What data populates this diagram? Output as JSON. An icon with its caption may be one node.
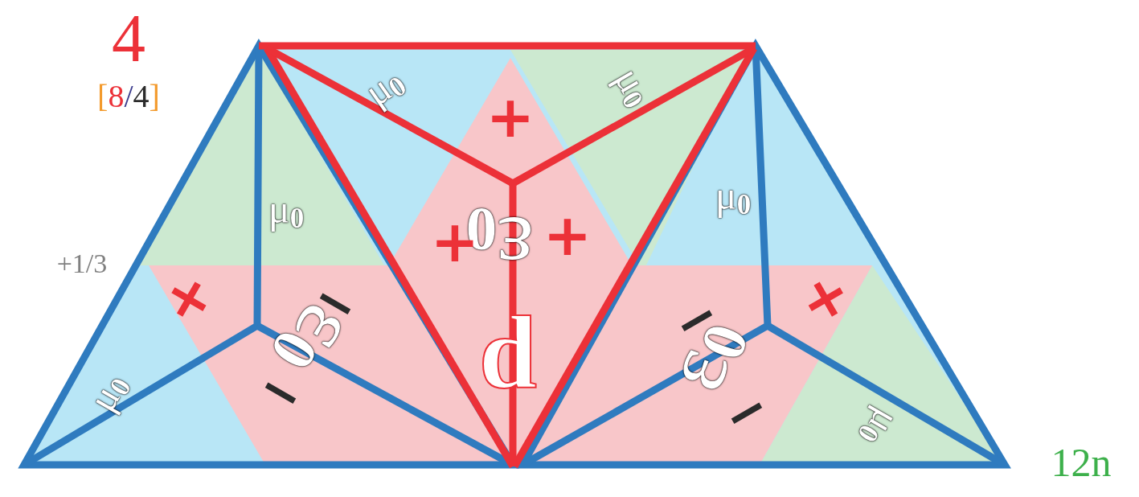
{
  "diagram": {
    "labels": [
      "4",
      "[8/4]",
      "μ$_{0}$",
      "+",
      "μ$_{0}$",
      "μ$_{0}$",
      "μ$_{0}$",
      "ε$_{0}$",
      "+",
      "+",
      "+1/3",
      "+",
      "−",
      "+",
      "−",
      "ε$_{0}$",
      "d",
      "ε$_{0}$",
      "−",
      "μ$_{0}$",
      "μ$_{0}$",
      "−",
      "12n"
    ]
  }
}
